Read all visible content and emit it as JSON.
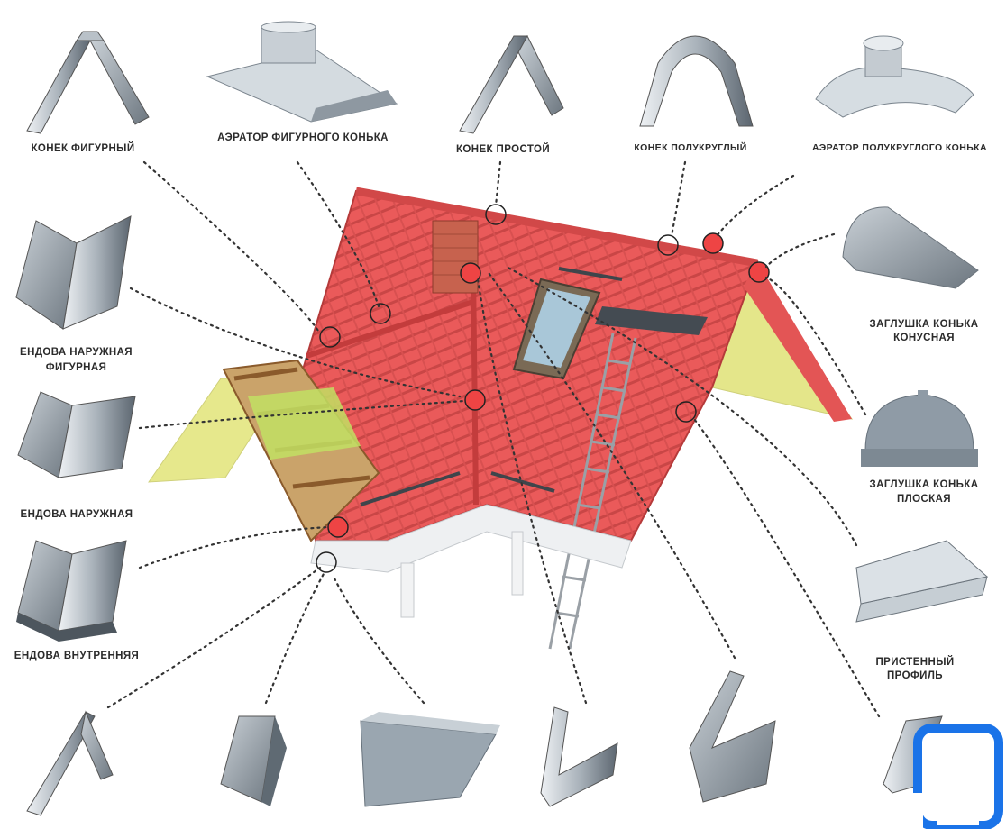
{
  "colors": {
    "roof": "#ea5a5a",
    "roof_dark": "#c93d3d",
    "gable": "#e4e68a",
    "metal_light": "#d7dde3",
    "metal_dark": "#5f6a73",
    "leader": "#333333",
    "logo_blue": "#1a73e8"
  },
  "labels": {
    "konek_figurny": "КОНЕК ФИГУРНЫЙ",
    "aerator_figurnogo": "АЭРАТОР ФИГУРНОГО КОНЬКА",
    "konek_prostoy": "КОНЕК ПРОСТОЙ",
    "konek_polukrugly": "КОНЕК ПОЛУКРУГЛЫЙ",
    "aerator_polukruglogo": "АЭРАТОР ПОЛУКРУГЛОГО КОНЬКА",
    "endova_figurnaya_1": "ЕНДОВА НАРУЖНАЯ",
    "endova_figurnaya_2": "ФИГУРНАЯ",
    "endova_naruzhnaya": "ЕНДОВА НАРУЖНАЯ",
    "endova_vnutrennyaya": "ЕНДОВА ВНУТРЕННЯЯ",
    "zaglushka_konusnaya_1": "ЗАГЛУШКА КОНЬКА",
    "zaglushka_konusnaya_2": "КОНУСНАЯ",
    "zaglushka_ploskaya_1": "ЗАГЛУШКА КОНЬКА",
    "zaglushka_ploskaya_2": "ПЛОСКАЯ",
    "pristenny_1": "ПРИСТЕННЫЙ",
    "pristenny_2": "ПРОФИЛЬ"
  },
  "icons": [
    "ridge-figured-icon",
    "ridge-aerator-icon",
    "ridge-simple-icon",
    "ridge-semicircle-icon",
    "semicircle-aerator-icon",
    "valley-outer-figured-icon",
    "valley-outer-icon",
    "valley-inner-icon",
    "cone-cap-icon",
    "flat-cap-icon",
    "wall-profile-icon",
    "drip-edge-icon",
    "logo-icon"
  ]
}
